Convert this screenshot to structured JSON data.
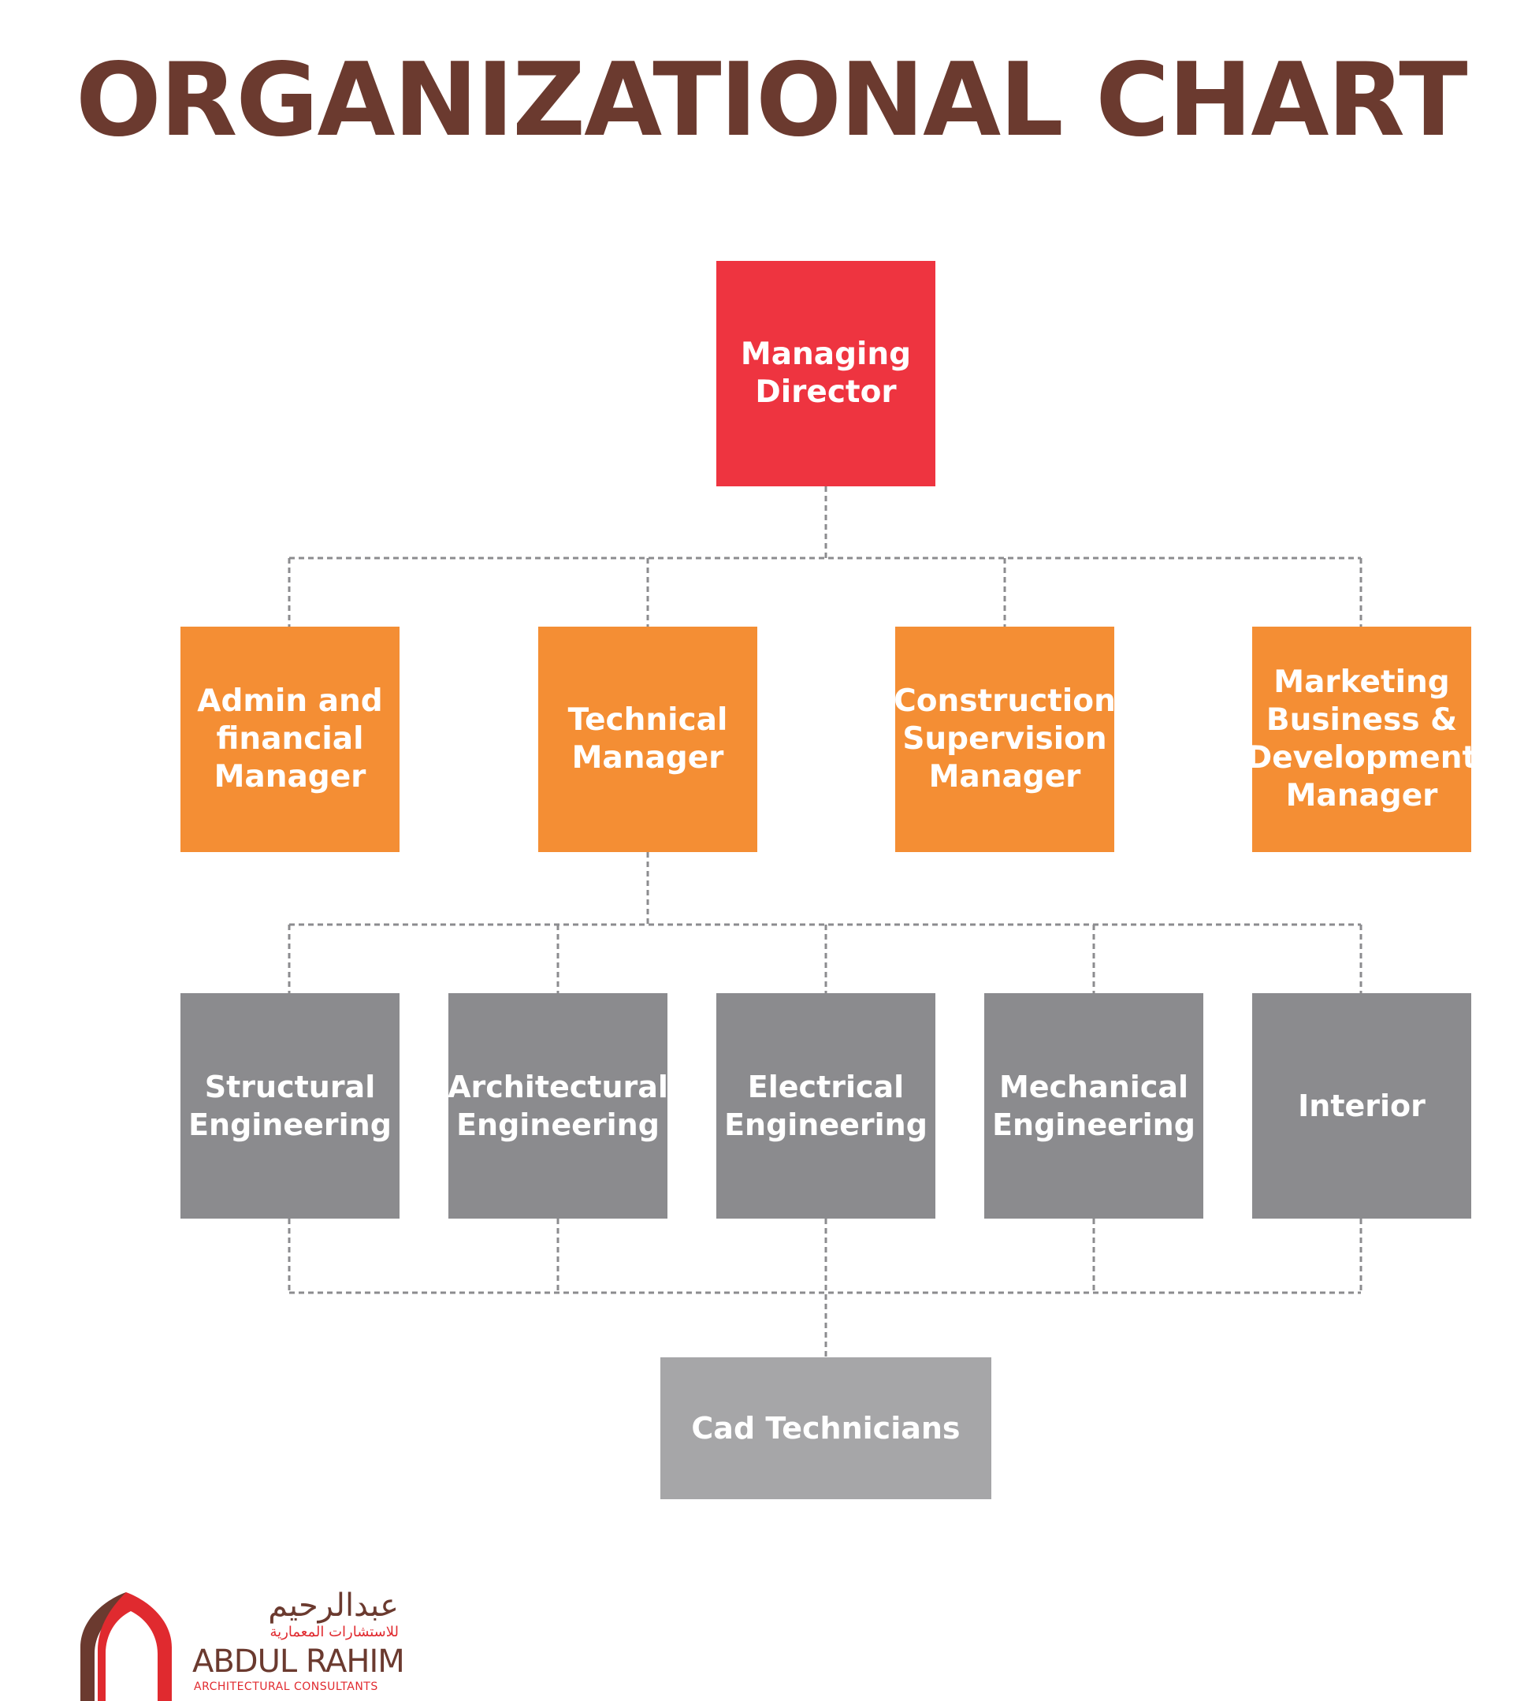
{
  "title": "ORGANIZATIONAL CHART",
  "colors": {
    "title": "#6b3a2f",
    "level1": "#ee3440",
    "level2": "#f48e34",
    "level3": "#8b8b8e",
    "level4": "#a6a6a8",
    "connector": "#8c8c8f",
    "logo_red": "#e02a2f",
    "logo_brown": "#6b3a2f"
  },
  "chart": {
    "top": {
      "label": "Managing\nDirector"
    },
    "managers": [
      {
        "label": "Admin and\nfinancial\nManager"
      },
      {
        "label": "Technical\nManager"
      },
      {
        "label": "Construction\nSupervision\nManager"
      },
      {
        "label": "Marketing\nBusiness &\nDevelopment\nManager"
      }
    ],
    "departments": [
      {
        "label": "Structural\nEngineering"
      },
      {
        "label": "Architectural\nEngineering"
      },
      {
        "label": "Electrical\nEngineering"
      },
      {
        "label": "Mechanical\nEngineering"
      },
      {
        "label": "Interior"
      }
    ],
    "technicians": {
      "label": "Cad Technicians"
    },
    "edges": [
      {
        "from": "Managing Director",
        "to": "Admin and financial Manager"
      },
      {
        "from": "Managing Director",
        "to": "Technical Manager"
      },
      {
        "from": "Managing Director",
        "to": "Construction Supervision Manager"
      },
      {
        "from": "Managing Director",
        "to": "Marketing Business & Development Manager"
      },
      {
        "from": "Technical Manager",
        "to": "Structural Engineering"
      },
      {
        "from": "Technical Manager",
        "to": "Architectural Engineering"
      },
      {
        "from": "Technical Manager",
        "to": "Electrical Engineering"
      },
      {
        "from": "Technical Manager",
        "to": "Mechanical Engineering"
      },
      {
        "from": "Technical Manager",
        "to": "Interior"
      },
      {
        "from": "Structural Engineering",
        "to": "Cad Technicians"
      },
      {
        "from": "Architectural Engineering",
        "to": "Cad Technicians"
      },
      {
        "from": "Electrical Engineering",
        "to": "Cad Technicians"
      },
      {
        "from": "Mechanical Engineering",
        "to": "Cad Technicians"
      },
      {
        "from": "Interior",
        "to": "Cad Technicians"
      }
    ]
  },
  "logo": {
    "arabic": "عبدالرحيم",
    "arabic_sub": "للاستشارات المعمارية",
    "name": "ABDUL RAHIM",
    "subtitle": "ARCHITECTURAL CONSULTANTS"
  }
}
